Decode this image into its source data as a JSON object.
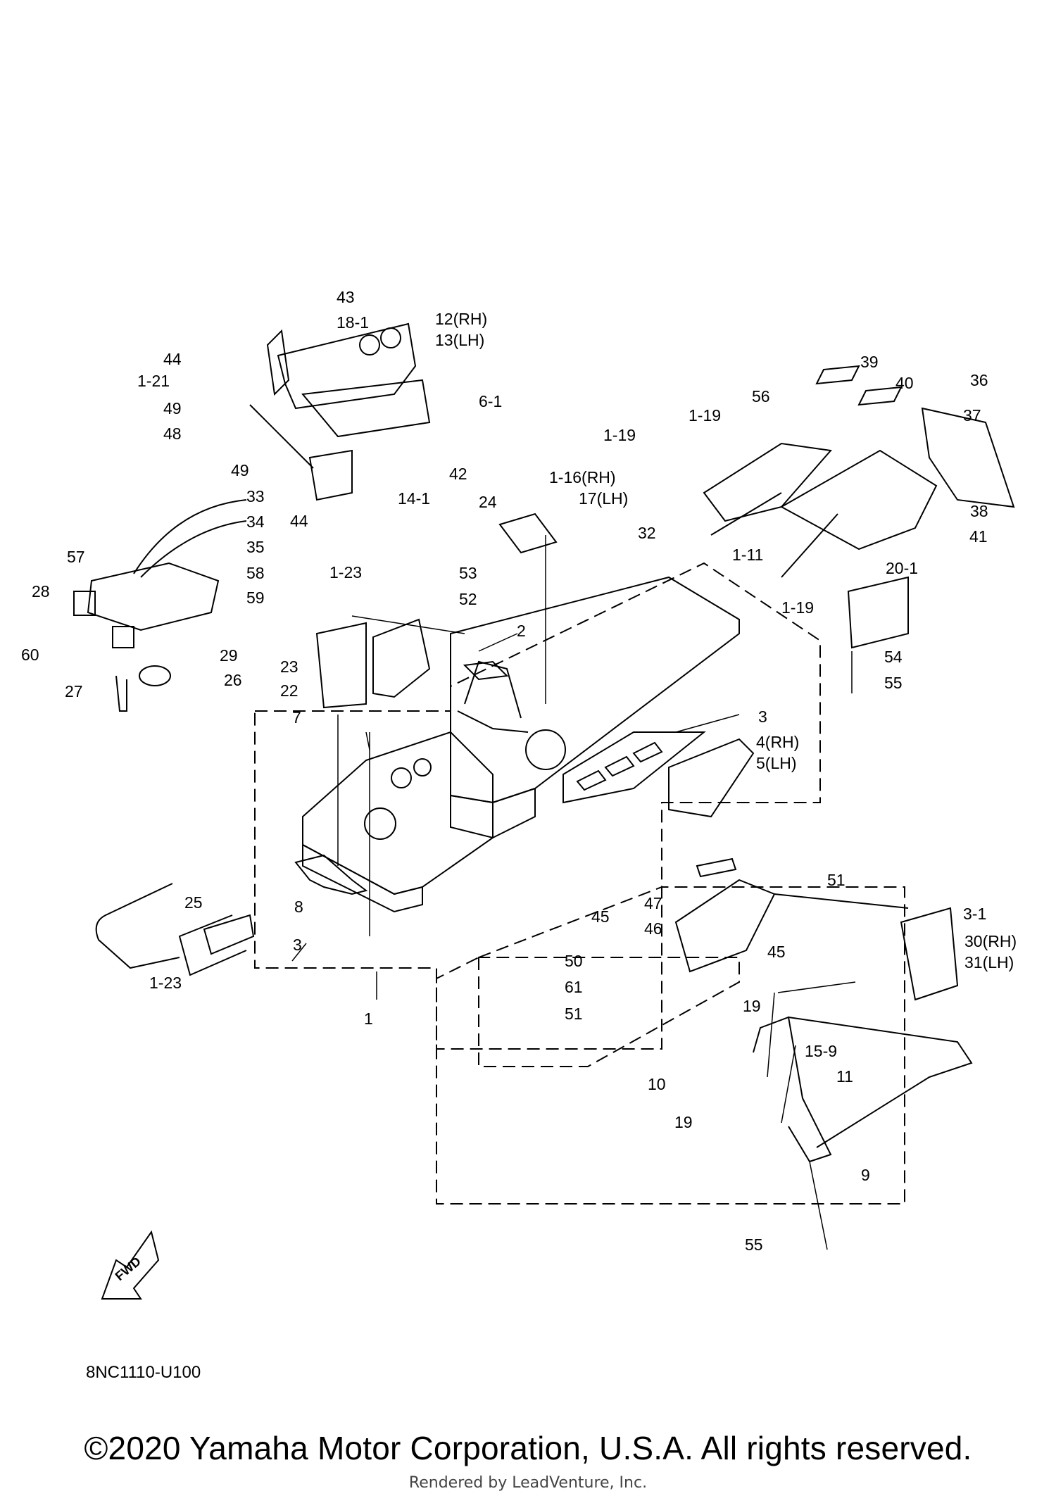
{
  "diagram": {
    "callouts": [
      "1",
      "2",
      "3",
      "3",
      "3-1",
      "4(RH)",
      "5(LH)",
      "6-1",
      "7",
      "8",
      "9",
      "10",
      "11",
      "1-11",
      "12(RH)",
      "13(LH)",
      "14-1",
      "15-9",
      "1-16(RH)",
      "17(LH)",
      "18-1",
      "1-19",
      "1-19",
      "1-19",
      "19",
      "19",
      "20-1",
      "1-21",
      "22",
      "23",
      "1-23",
      "1-23",
      "24",
      "25",
      "26",
      "27",
      "28",
      "29",
      "30(RH)",
      "31(LH)",
      "32",
      "33",
      "34",
      "35",
      "36",
      "37",
      "38",
      "39",
      "40",
      "41",
      "42",
      "43",
      "44",
      "44",
      "45",
      "45",
      "46",
      "47",
      "48",
      "49",
      "49",
      "50",
      "51",
      "51",
      "52",
      "53",
      "54",
      "55",
      "55",
      "56",
      "57",
      "58",
      "59",
      "60",
      "61"
    ],
    "fwd_label": "FWD",
    "diagram_code": "8NC1110-U100"
  },
  "footer": {
    "copyright": "©2020 Yamaha Motor Corporation, U.S.A. All rights reserved.",
    "rendered_by": "Rendered by LeadVenture, Inc."
  }
}
